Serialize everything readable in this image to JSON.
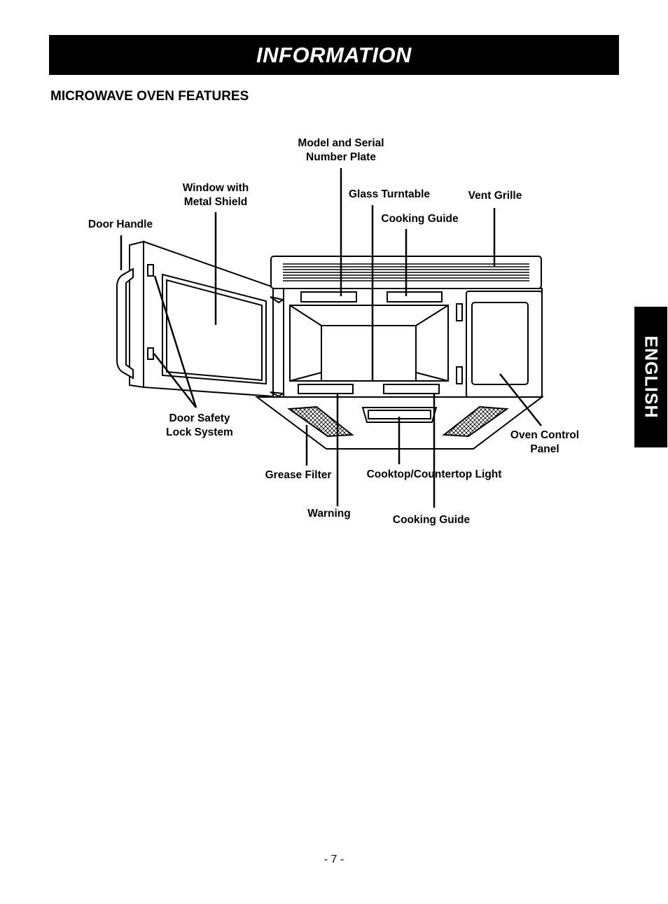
{
  "header": {
    "title": "INFORMATION"
  },
  "section": {
    "title": "MICROWAVE OVEN FEATURES"
  },
  "side_tab": {
    "label": "ENGLISH"
  },
  "labels": {
    "model_plate": "Model and Serial\nNumber Plate",
    "window": "Window with\nMetal Shield",
    "glass_turntable": "Glass Turntable",
    "vent_grille": "Vent Grille",
    "door_handle": "Door Handle",
    "cooking_guide_top": "Cooking Guide",
    "door_safety": "Door Safety\nLock System",
    "oven_control": "Oven Control\nPanel",
    "grease_filter": "Grease Filter",
    "cooktop_light": "Cooktop/Countertop Light",
    "warning": "Warning",
    "cooking_guide_bottom": "Cooking Guide"
  },
  "footer": {
    "page": "- 7 -"
  }
}
